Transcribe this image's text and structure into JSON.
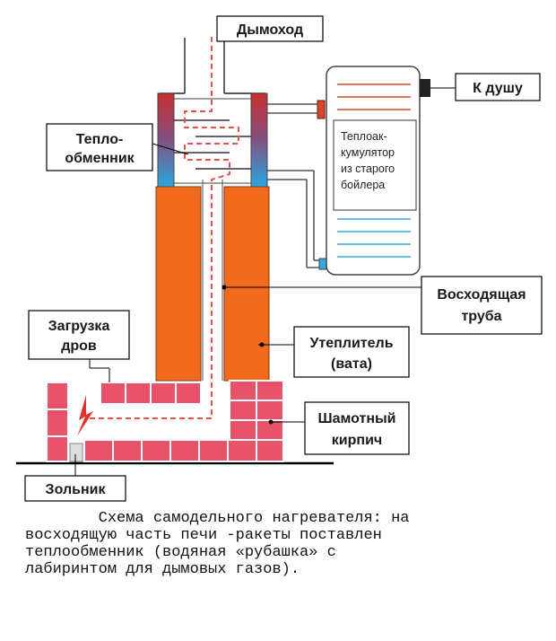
{
  "labels": {
    "chimney": "Дымоход",
    "to_shower": "К душу",
    "heat_exchanger": [
      "Тепло-",
      "обменник"
    ],
    "accumulator": [
      "Теплоак-",
      "кумулятор",
      "из старого",
      "бойлера"
    ],
    "riser": [
      "Восходящая",
      "труба"
    ],
    "wood_load": [
      "Загрузка",
      "дров"
    ],
    "insulation": [
      "Утеплитель",
      "(вата)"
    ],
    "firebrick": [
      "Шамотный",
      "кирпич"
    ],
    "ash_pit": "Зольник"
  },
  "caption": "        Схема самодельного нагревателя: на\nвосходящую часть печи -ракеты поставлен\nтеплообменник (водяная «рубашка» с\nлабиринтом для дымовых газов).",
  "colors": {
    "insulation": "#f26a1b",
    "brick": "#e8536a",
    "hot_water": "#d9472b",
    "cold_water": "#3aa6dd",
    "flue_path": "#e8504a",
    "flame": "#e8302a"
  }
}
